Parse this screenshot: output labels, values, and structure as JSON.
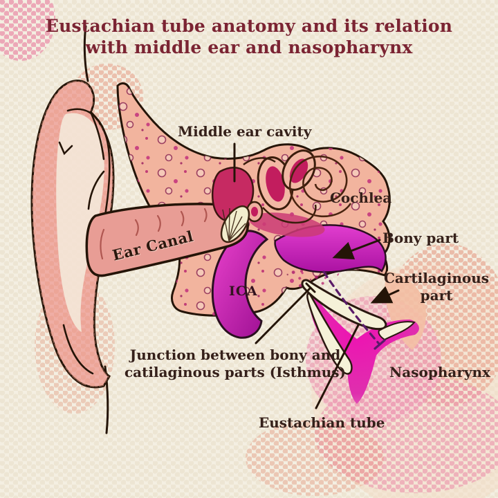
{
  "title": {
    "line1": "Eustachian tube anatomy and its relation",
    "line2": "with middle ear and nasopharynx"
  },
  "labels": {
    "middle_ear_cavity": "Middle ear cavity",
    "cochlea": "Cochlea",
    "ear_canal": "Ear Canal",
    "ica": "ICA",
    "bony_part": "Bony part",
    "cartilaginous_part": "Cartilaginous\npart",
    "junction_isthmus": "Junction between bony and\ncatilaginous parts (Isthmus)",
    "nasopharynx": "Nasopharynx",
    "eustachian_tube": "Eustachian tube"
  },
  "colors": {
    "background": "#f4efe2",
    "title_text": "#7b2433",
    "label_text": "#35201a",
    "outline_ink": "#241407",
    "ear_skin": "#efaea5",
    "bone": "#f2b49e",
    "middle_ear_pink": "#c62a62",
    "ica_magenta": "#cf22b8",
    "tube_cream": "#f5f1d8",
    "nasopharynx_magenta": "#e016ae",
    "lumen_dash_purple": "#5a1a68"
  }
}
